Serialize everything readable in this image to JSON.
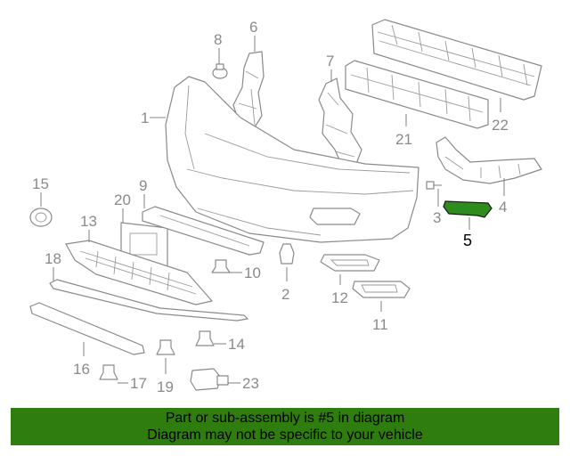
{
  "callouts": {
    "n1": "1",
    "n2": "2",
    "n3": "3",
    "n4": "4",
    "n5": "5",
    "n6": "6",
    "n7": "7",
    "n8": "8",
    "n9": "9",
    "n10": "10",
    "n11": "11",
    "n12": "12",
    "n13": "13",
    "n14": "14",
    "n15": "15",
    "n16": "16",
    "n17": "17",
    "n18": "18",
    "n19": "19",
    "n20": "20",
    "n21": "21",
    "n22": "22",
    "n23": "23"
  },
  "highlight_color": "#2e8b1e",
  "banner": {
    "line1": "Part or sub-assembly is #5 in diagram",
    "line2": "Diagram may not be specific to your vehicle",
    "color": "#2e7d0e"
  }
}
